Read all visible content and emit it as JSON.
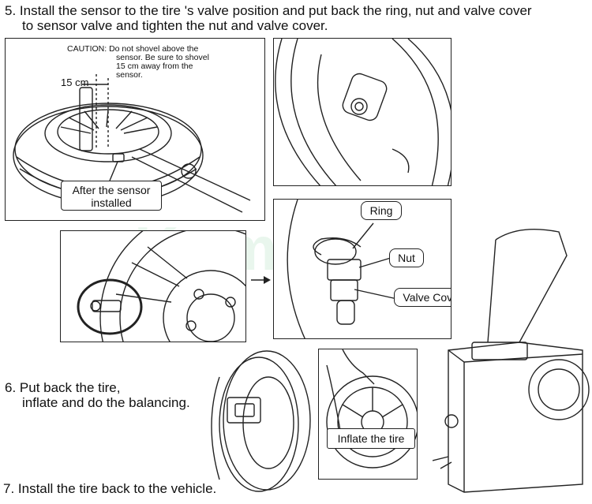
{
  "steps": {
    "step5_line1": "5.  Install the sensor to the tire  's valve position and put back the ring, nut and valve cover",
    "step5_line2": "to sensor valve and tighten the nut and valve cover.",
    "step6_line1": "6.  Put back the tire,",
    "step6_line2": "inflate and do the balancing.",
    "step7": "7. Install the tire back to the vehicle."
  },
  "panel1": {
    "caution_line1": "CAUTION: Do not shovel above the",
    "caution_line2": "sensor. Be sure to shovel",
    "caution_line3": "15 cm away from the",
    "caution_line4": "sensor.",
    "distance_label": "15 cm",
    "callout_line1": "After the sensor",
    "callout_line2": "installed"
  },
  "panel_parts": {
    "ring_label": "Ring",
    "nut_label": "Nut",
    "valve_cover_label": "Valve Cover"
  },
  "panel_inflate": {
    "callout": "Inflate the tire"
  },
  "watermark": "Kameen"
}
